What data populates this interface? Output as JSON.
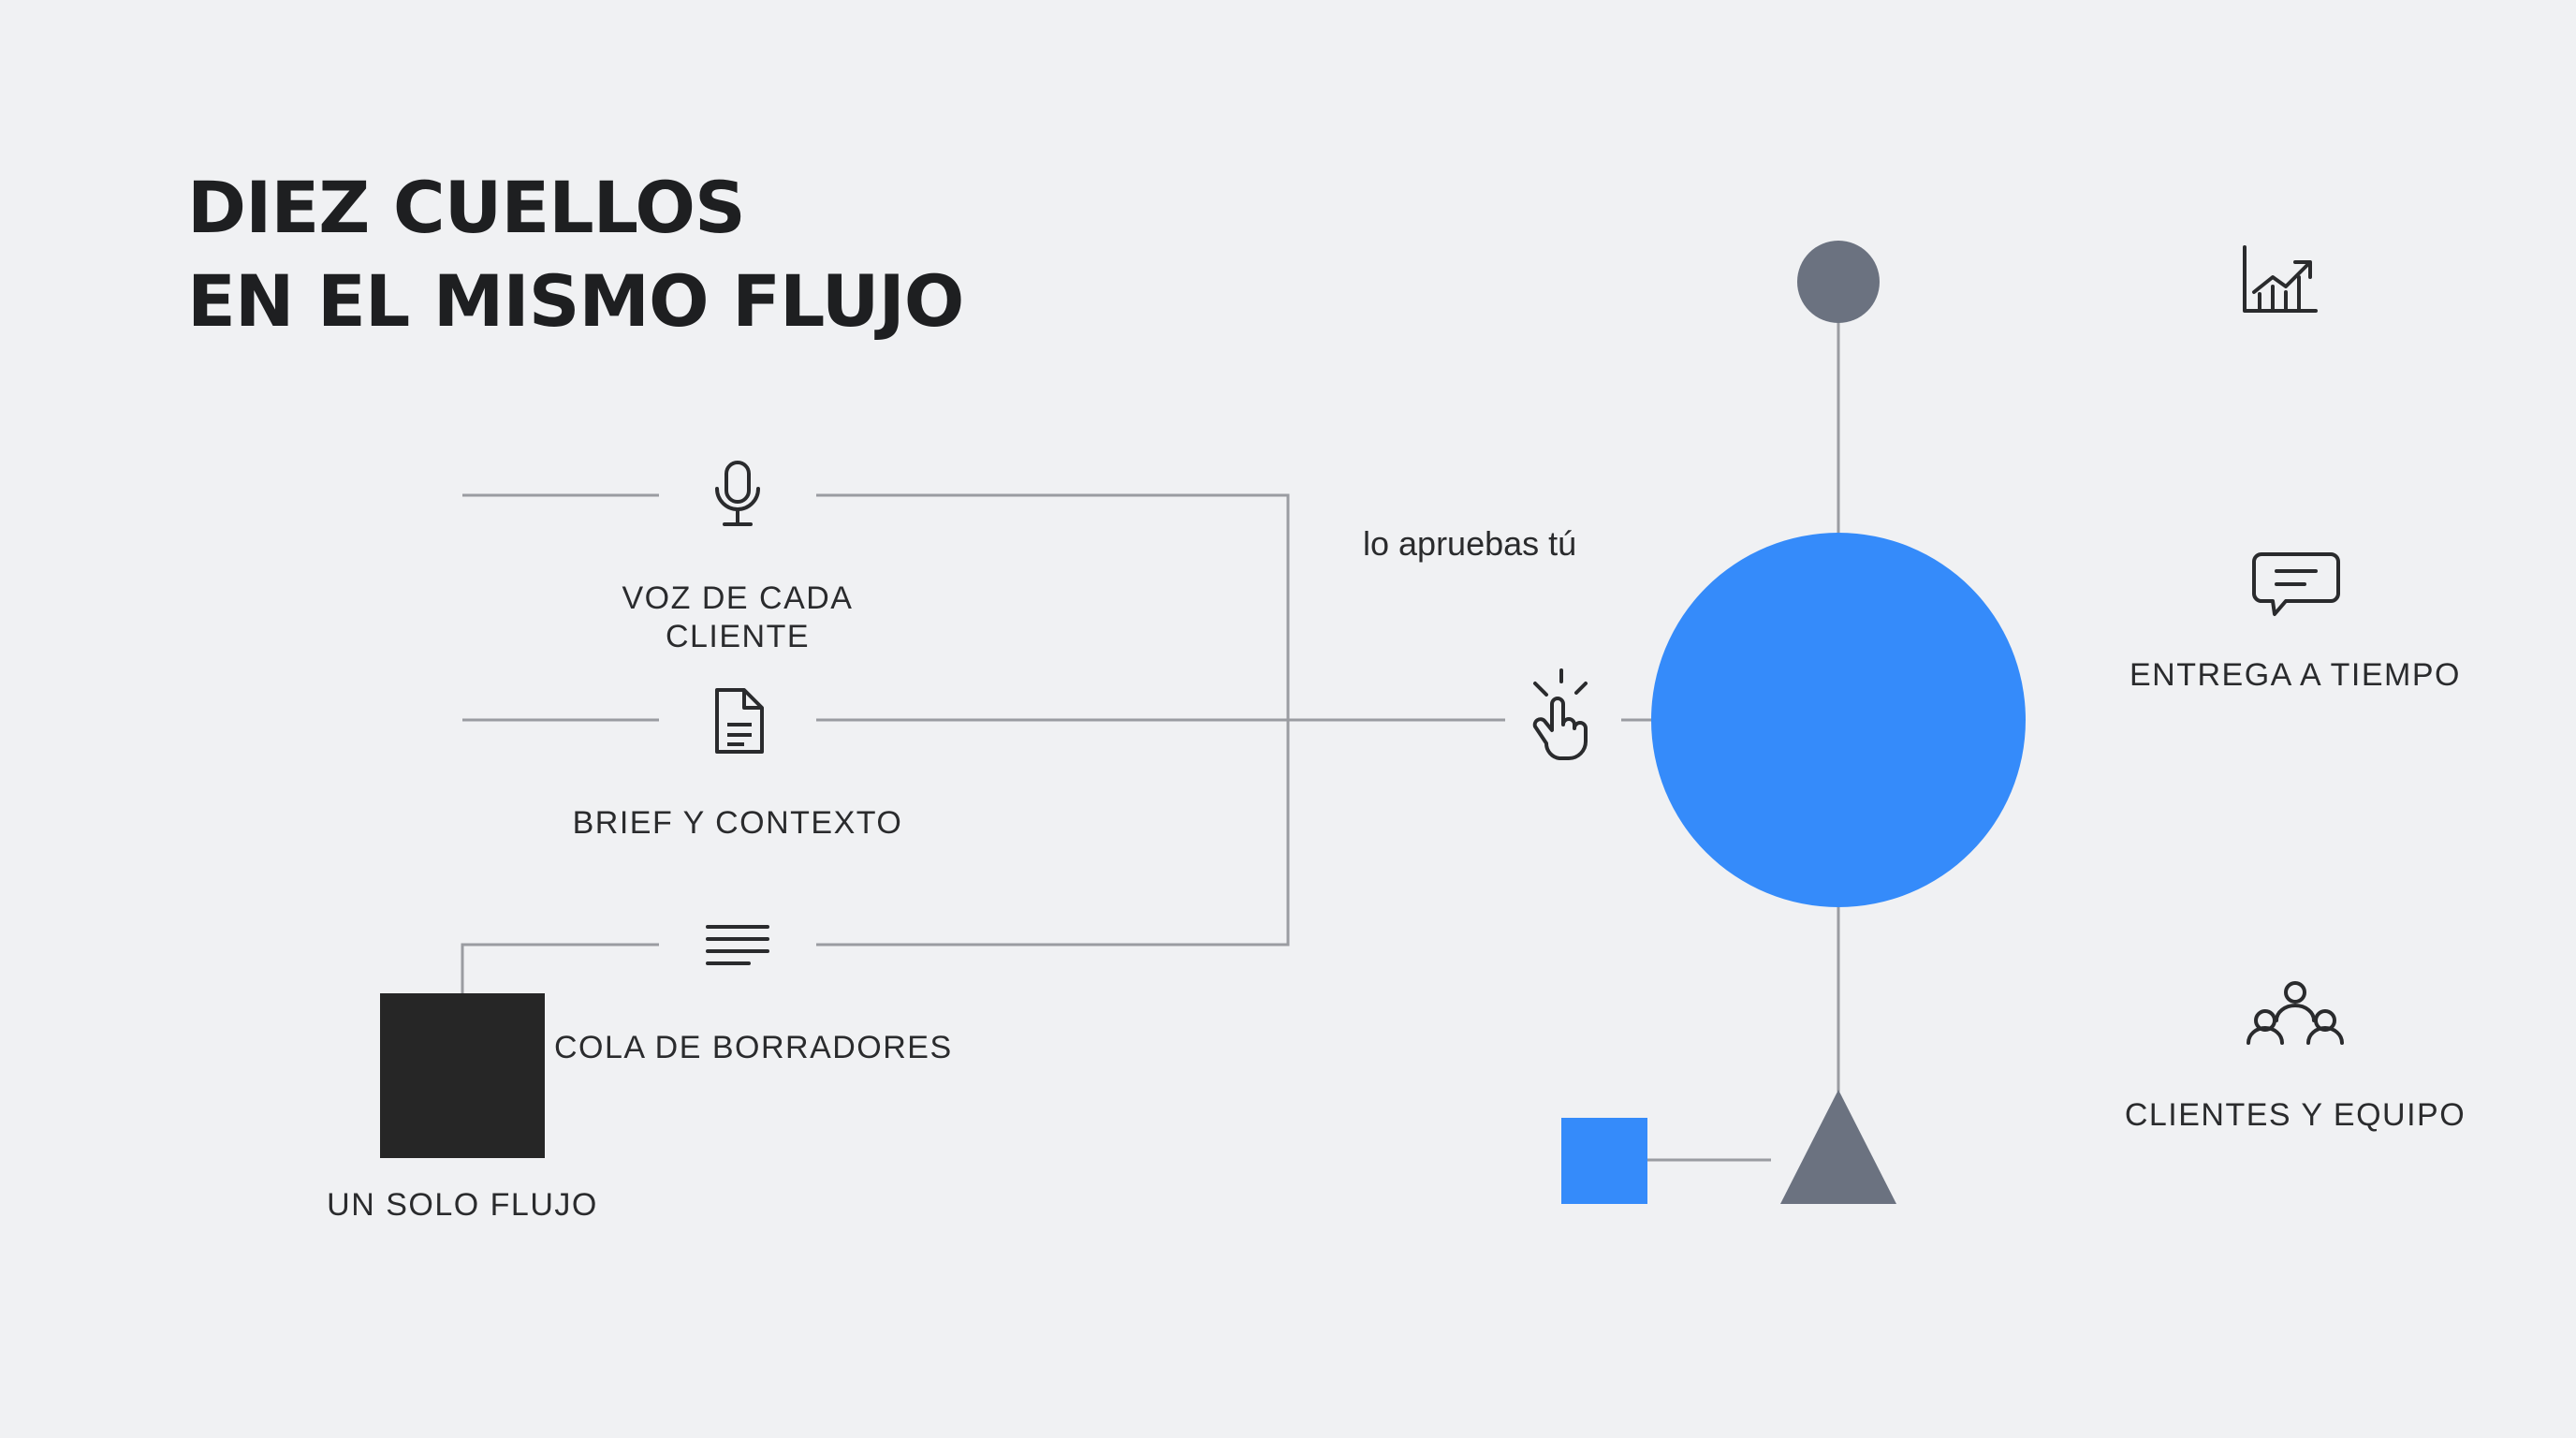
{
  "title": {
    "line1": "DIEZ CUELLOS",
    "line2": "EN EL MISMO FLUJO"
  },
  "inputs": [
    {
      "label_line1": "VOZ DE CADA",
      "label_line2": "CLIENTE",
      "icon": "microphone-icon"
    },
    {
      "label": "BRIEF Y CONTEXTO",
      "icon": "document-icon"
    },
    {
      "label": "COLA DE BORRADORES",
      "icon": "text-lines-icon"
    }
  ],
  "single_flow_label": "UN SOLO FLUJO",
  "approval_label": "lo apruebas tú",
  "approval_icon": "tap-hand-icon",
  "outputs": [
    {
      "label": "",
      "icon": "growth-chart-icon"
    },
    {
      "label": "ENTREGA A TIEMPO",
      "icon": "chat-bubble-icon"
    },
    {
      "label": "CLIENTES Y EQUIPO",
      "icon": "people-group-icon"
    }
  ],
  "colors": {
    "background": "#f0f1f3",
    "accent_blue": "#358bfa",
    "slate": "#6b7280",
    "dark": "#262626",
    "line": "#9a9ca1",
    "icon": "#2a2b2d"
  }
}
